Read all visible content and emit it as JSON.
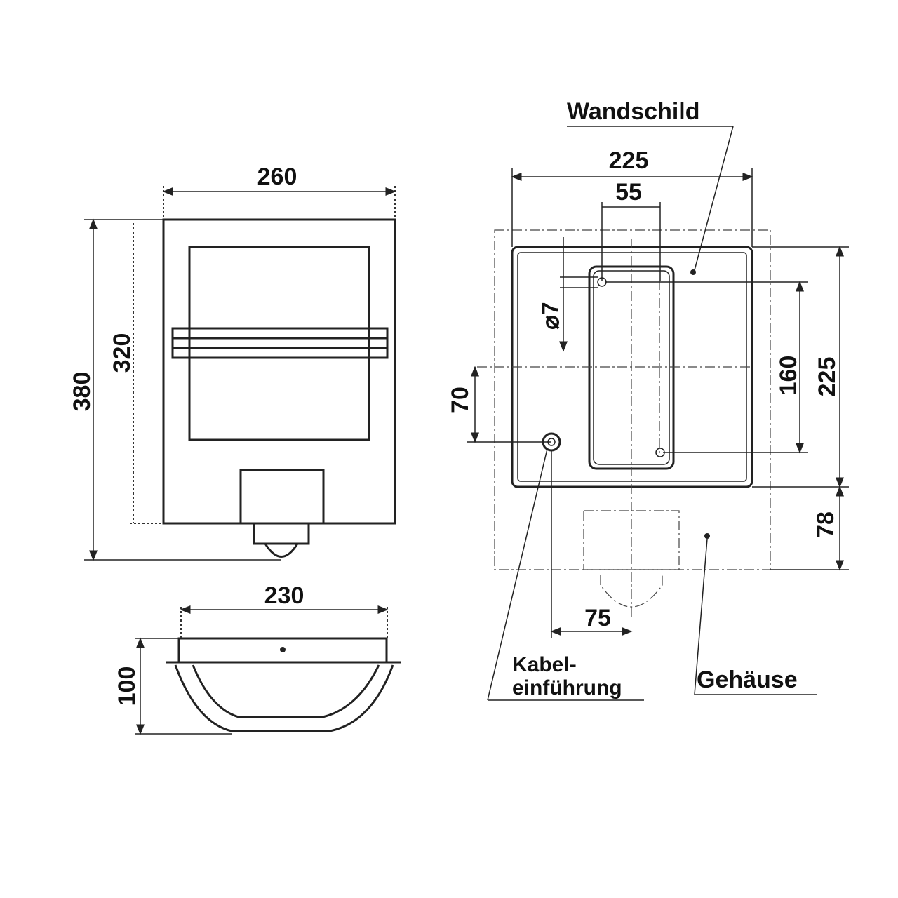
{
  "front_view": {
    "width": "260",
    "total_height": "380",
    "housing_height": "320"
  },
  "bottom_view": {
    "width": "230",
    "depth": "100"
  },
  "mounting_view": {
    "label_wall_plate": "Wandschild",
    "plate_width": "225",
    "hole_spacing": "55",
    "hole_diameter": "⌀7",
    "cable_offset_v": "70",
    "hole_spacing_v": "160",
    "plate_height": "225",
    "sensor_height": "78",
    "cable_offset_h": "75",
    "label_cable_entry_1": "Kabel-",
    "label_cable_entry_2": "einführung",
    "label_housing": "Gehäuse"
  }
}
